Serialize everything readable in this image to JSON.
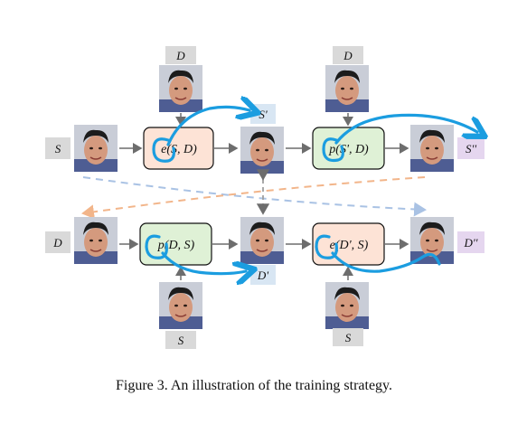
{
  "labels": {
    "D_top_left": "D",
    "S_prime": "S'",
    "D_top_right": "D",
    "S_left": "S",
    "S_double_prime": "S''",
    "D_left": "D",
    "D_prime": "D'",
    "D_double_prime": "D''",
    "S_bottom_left": "S",
    "S_bottom_right": "S"
  },
  "boxes": {
    "enc_top": "e(S, D)",
    "pred_top": "p(S', D)",
    "pred_bottom": "p(D, S)",
    "enc_bottom": "e(D', S)"
  },
  "caption": "Figure 3. An illustration of the training strategy.",
  "colors": {
    "encoder_fill": "#fde3d6",
    "predictor_fill": "#dff1d6",
    "label_gray": "#d9d9d9",
    "label_blue": "#d8e6f3",
    "label_purple": "#e5d6ef",
    "annotation_blue": "#1b9de0",
    "dashed_blue": "#a9c2e4",
    "dashed_orange": "#f2b58a",
    "arrow_gray": "#6d6d6d"
  }
}
